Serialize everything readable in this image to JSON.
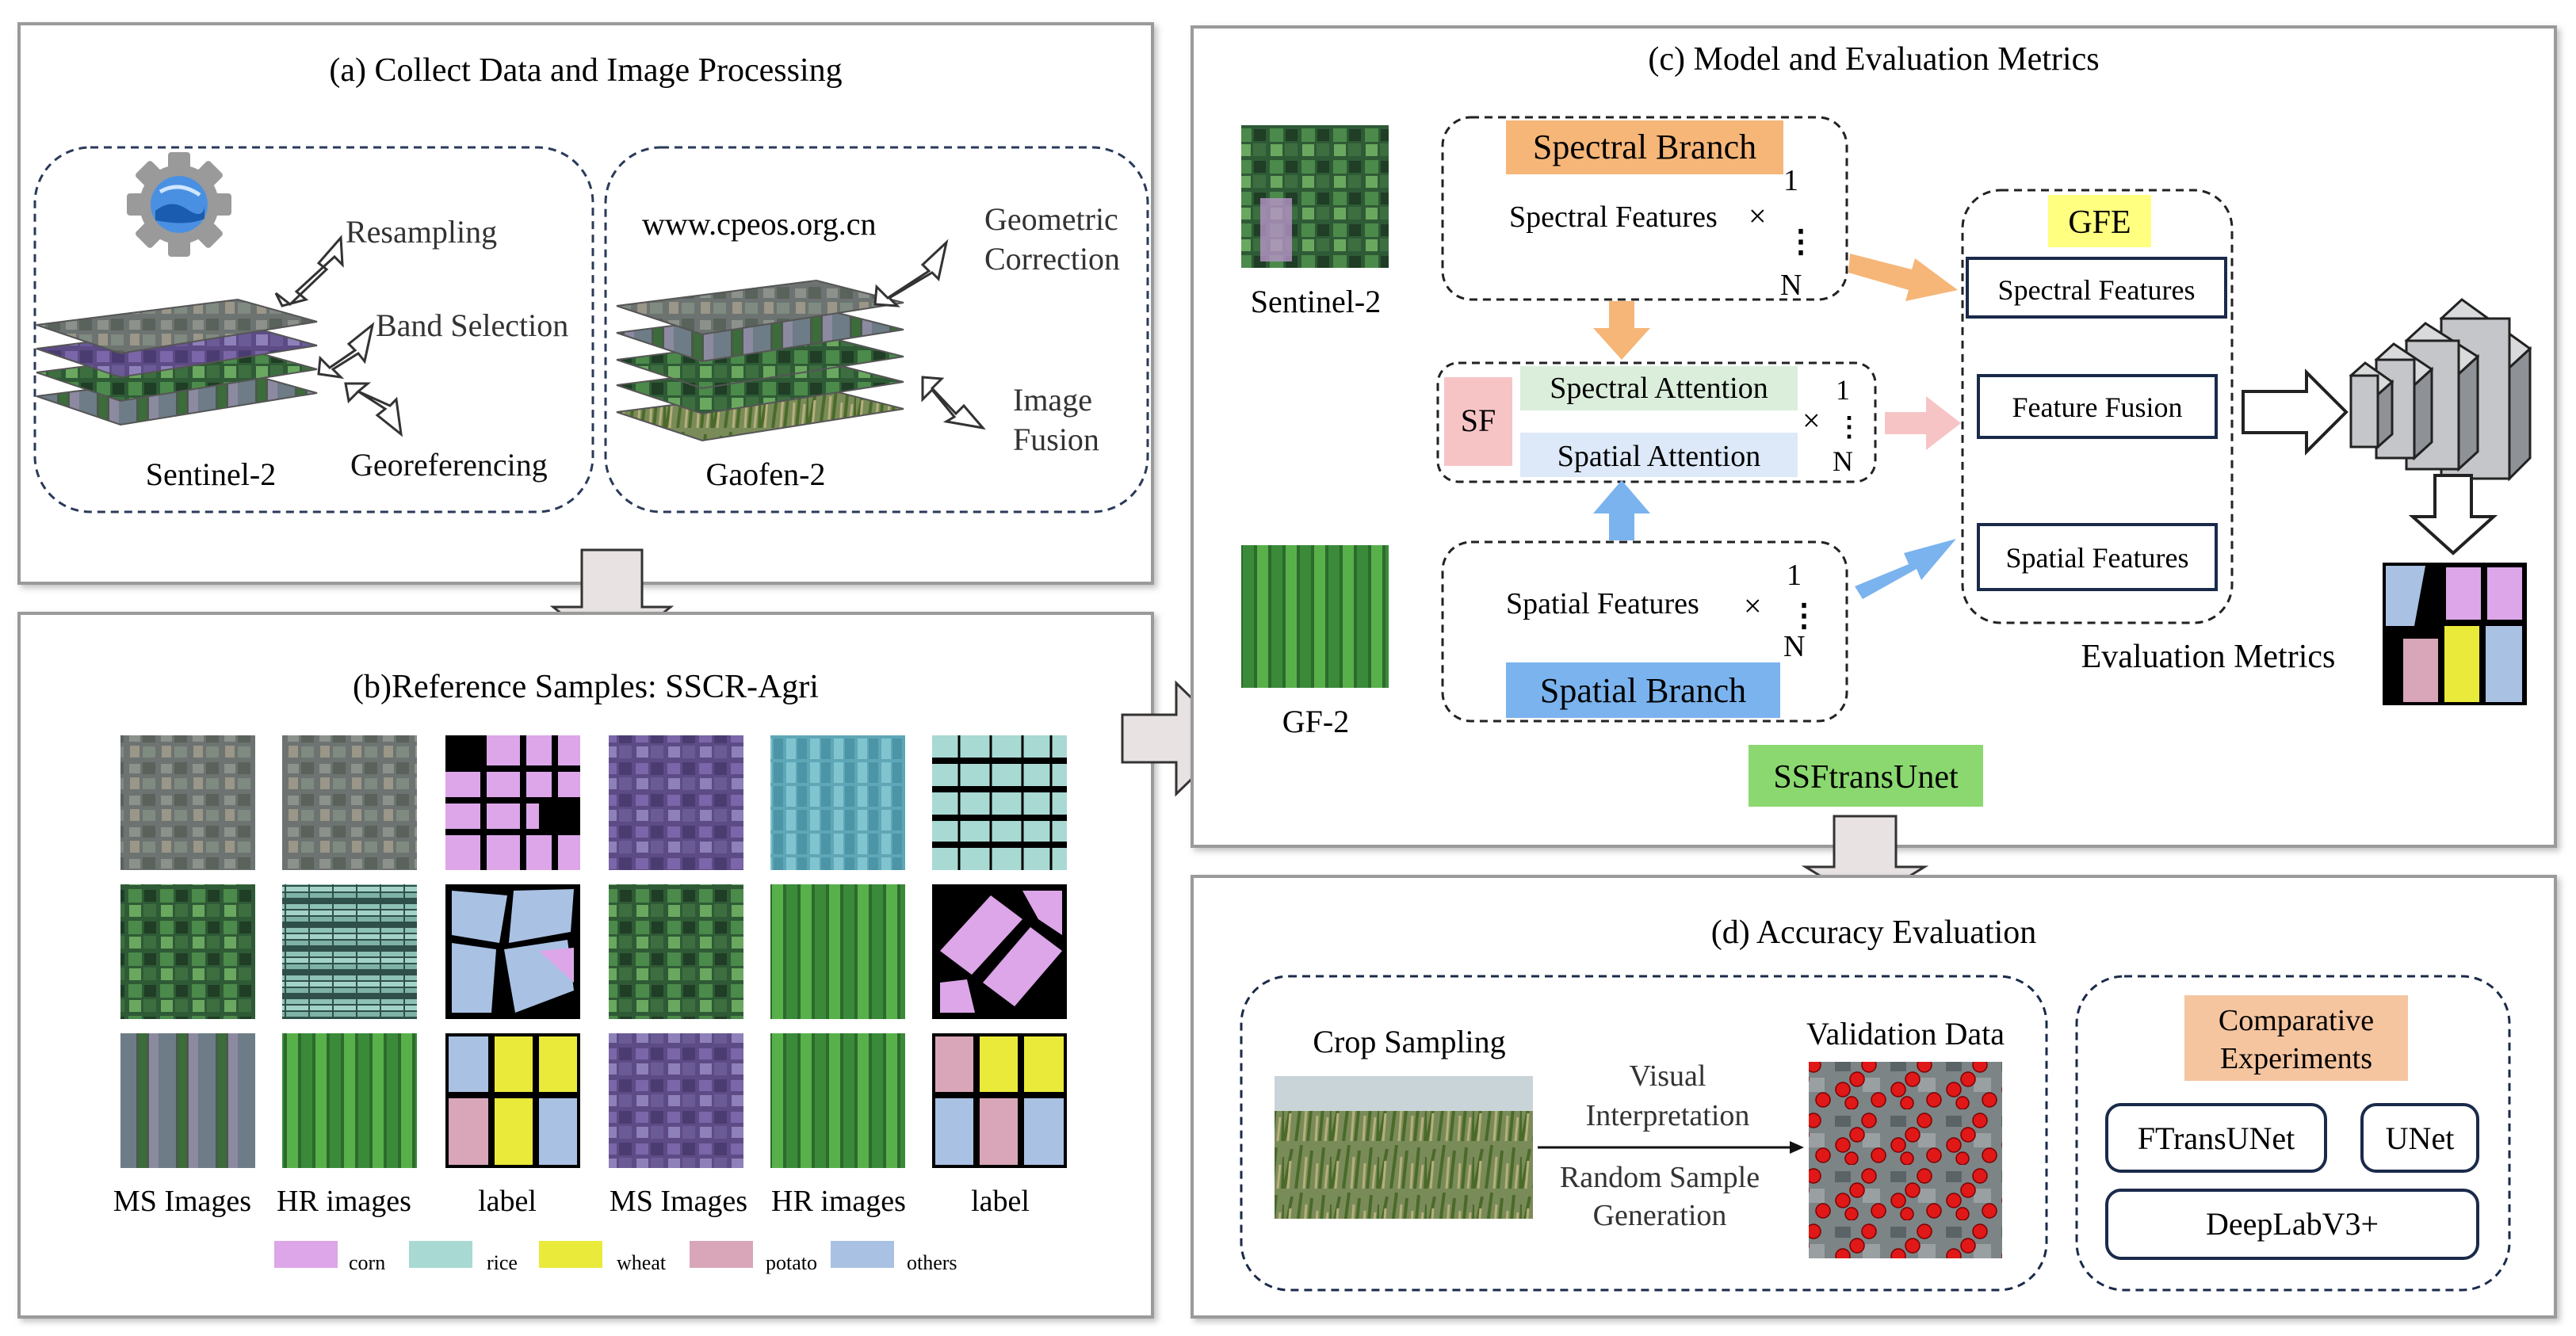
{
  "panel_a": {
    "title": "(a) Collect Data and Image Processing",
    "s2": {
      "steps": [
        "Resampling",
        "Band Selection",
        "Georeferencing"
      ],
      "caption": "Sentinel-2"
    },
    "gf2": {
      "url": "www.cpeos.org.cn",
      "step1": [
        "Geometric",
        "Correction"
      ],
      "step2": [
        "Image",
        "Fusion"
      ],
      "caption": "Gaofen-2"
    }
  },
  "panel_b": {
    "title": "(b)Reference Samples: SSCR-Agri",
    "column_labels": [
      "MS Images",
      "HR images",
      "label",
      "MS Images",
      "HR images",
      "label"
    ],
    "legend": [
      {
        "name": "corn",
        "color": "#dca6e8"
      },
      {
        "name": "rice",
        "color": "#a9d9d3"
      },
      {
        "name": "wheat",
        "color": "#eaea3a"
      },
      {
        "name": "potato",
        "color": "#d8a6b8"
      },
      {
        "name": "others",
        "color": "#a9c1e3"
      }
    ]
  },
  "panel_c": {
    "title": "(c) Model and Evaluation Metrics",
    "spectral_branch": "Spectral Branch",
    "spectral_features": "Spectral Features",
    "times": "×",
    "idx_one": "1",
    "idx_n": "N",
    "sf": "SF",
    "spectral_attention": "Spectral Attention",
    "spatial_attention": "Spatial Attention",
    "spatial_features": "Spatial Features",
    "spatial_branch": "Spatial Branch",
    "sentinel_caption": "Sentinel-2",
    "gf_caption": "GF-2",
    "gfe": "GFE",
    "gfe_items": [
      "Spectral Features",
      "Feature Fusion",
      "Spatial Features"
    ],
    "evaluation_metrics": "Evaluation Metrics",
    "model_name": "SSFtransUnet"
  },
  "panel_d": {
    "title": "(d) Accuracy Evaluation",
    "crop_sampling": "Crop Sampling",
    "validation_data": "Validation Data",
    "visual_interpretation": [
      "Visual",
      "Interpretation"
    ],
    "random_sample": [
      "Random Sample",
      "Generation"
    ],
    "comparative": [
      "Comparative",
      "Experiments"
    ],
    "models": [
      "FTransUNet",
      "UNet",
      "DeepLabV3+"
    ]
  },
  "colors": {
    "orange": "#f5b678",
    "blue": "#7ab3ee",
    "pink": "#f7c4c6",
    "green_label": "#8bd870",
    "yellow": "#ffff80",
    "spectral_att": "#dbeedc",
    "spatial_att": "#dde9f8",
    "salmon": "#f5c5a0",
    "arrow_gray": "#e8e2e2"
  }
}
